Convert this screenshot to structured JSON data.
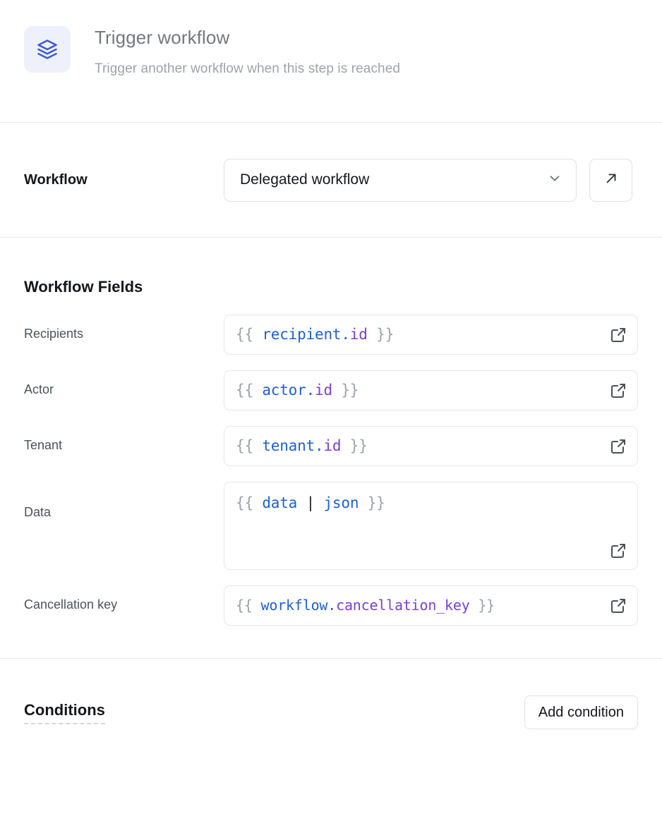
{
  "header": {
    "icon": "layers-icon",
    "title": "Trigger workflow",
    "subtitle": "Trigger another workflow when this step is reached"
  },
  "workflow_row": {
    "label": "Workflow",
    "selected_option": "Delegated workflow",
    "dropdown_icon": "chevron-down-icon",
    "open_icon": "arrow-up-right-icon"
  },
  "fields_section": {
    "heading": "Workflow Fields",
    "expand_icon": "external-link-icon",
    "fields": [
      {
        "label": "Recipients",
        "name": "recipients",
        "multiline": false,
        "tokens": [
          {
            "t": "{{ ",
            "c": "brace"
          },
          {
            "t": "recipient",
            "c": "obj"
          },
          {
            "t": ".",
            "c": "dot"
          },
          {
            "t": "id",
            "c": "prop"
          },
          {
            "t": " }}",
            "c": "brace"
          }
        ],
        "value": "{{ recipient.id }}"
      },
      {
        "label": "Actor",
        "name": "actor",
        "multiline": false,
        "tokens": [
          {
            "t": "{{ ",
            "c": "brace"
          },
          {
            "t": "actor",
            "c": "obj"
          },
          {
            "t": ".",
            "c": "dot"
          },
          {
            "t": "id",
            "c": "prop"
          },
          {
            "t": " }}",
            "c": "brace"
          }
        ],
        "value": "{{ actor.id }}"
      },
      {
        "label": "Tenant",
        "name": "tenant",
        "multiline": false,
        "tokens": [
          {
            "t": "{{ ",
            "c": "brace"
          },
          {
            "t": "tenant",
            "c": "obj"
          },
          {
            "t": ".",
            "c": "dot"
          },
          {
            "t": "id",
            "c": "prop"
          },
          {
            "t": " }}",
            "c": "brace"
          }
        ],
        "value": "{{ tenant.id }}"
      },
      {
        "label": "Data",
        "name": "data",
        "multiline": true,
        "tokens": [
          {
            "t": "{{ ",
            "c": "brace"
          },
          {
            "t": "data",
            "c": "obj"
          },
          {
            "t": " ",
            "c": "brace"
          },
          {
            "t": "|",
            "c": "pipe"
          },
          {
            "t": " ",
            "c": "brace"
          },
          {
            "t": "json",
            "c": "filter"
          },
          {
            "t": " }}",
            "c": "brace"
          }
        ],
        "value": "{{ data | json }}"
      },
      {
        "label": "Cancellation key",
        "name": "cancellation-key",
        "multiline": false,
        "tokens": [
          {
            "t": "{{ ",
            "c": "brace"
          },
          {
            "t": "workflow",
            "c": "obj"
          },
          {
            "t": ".",
            "c": "dot"
          },
          {
            "t": "cancellation_key",
            "c": "prop"
          },
          {
            "t": " }}",
            "c": "brace"
          }
        ],
        "value": "{{ workflow.cancellation_key }}"
      }
    ]
  },
  "conditions_section": {
    "title": "Conditions",
    "add_button_label": "Add condition"
  },
  "colors": {
    "icon_blue": "#3c5ccc",
    "icon_bg": "#eef1fb",
    "token_object": "#1d5fd8",
    "token_property": "#7b3fd4",
    "token_brace": "#9ba1aa",
    "border": "#dfe1e6",
    "divider": "#e9eaee",
    "text_dark": "#14161a",
    "text_muted": "#4c525c",
    "title_gray": "#74787f",
    "subtitle_gray": "#9ea3ab"
  }
}
